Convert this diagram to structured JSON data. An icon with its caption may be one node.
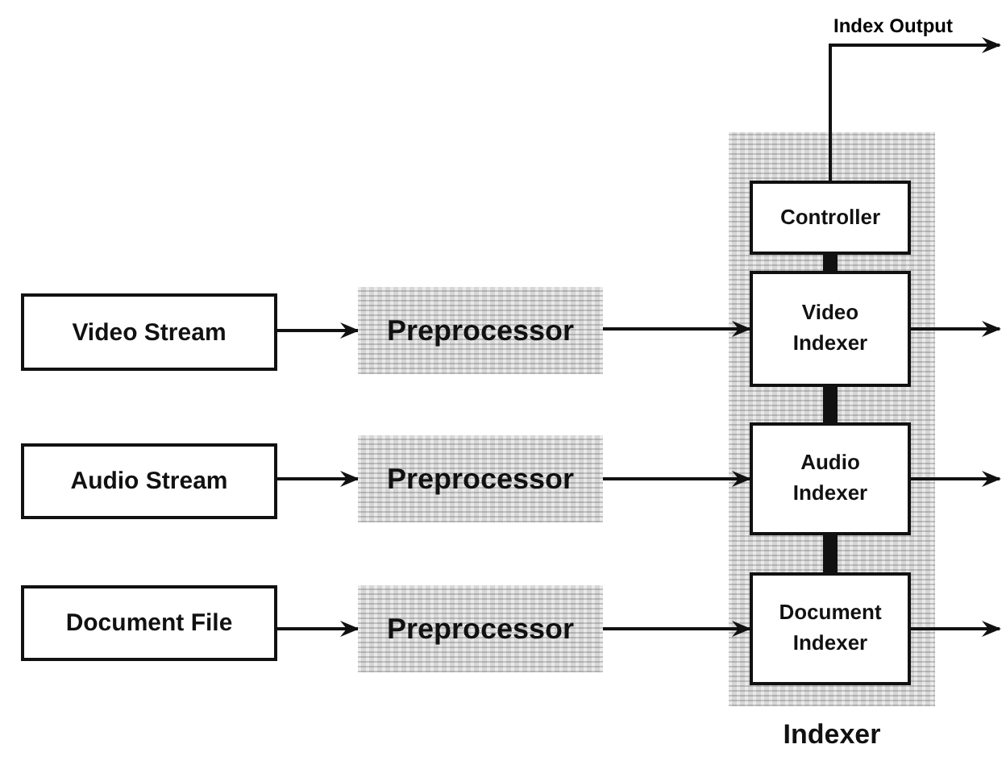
{
  "diagram": {
    "nodes": [
      {
        "text": [
          "Video Stream"
        ]
      },
      {
        "text": [
          "Preprocessor"
        ]
      },
      {
        "text": [
          "Audio Stream"
        ]
      },
      {
        "text": [
          "Preprocessor"
        ]
      },
      {
        "text": [
          "Document File"
        ]
      },
      {
        "text": [
          "Preprocessor"
        ]
      },
      {
        "text": [
          "Indexer"
        ]
      },
      {
        "text": [
          "Controller"
        ],
        "in": 6
      },
      {
        "text": [
          "Video Indexer"
        ],
        "in": 6
      },
      {
        "text": [
          "Audio Indexer"
        ],
        "in": 6
      },
      {
        "text": [
          "Document Indexer"
        ],
        "in": 6
      }
    ],
    "edges": [
      {
        "from": 0,
        "to": 1,
        "arrow": "to"
      },
      {
        "from": 1,
        "to": 8,
        "arrow": "to"
      },
      {
        "from": 2,
        "to": 3,
        "arrow": "to"
      },
      {
        "from": 3,
        "to": 9,
        "arrow": "to"
      },
      {
        "from": 4,
        "to": 5,
        "arrow": "to"
      },
      {
        "from": 5,
        "to": 10,
        "arrow": "to"
      },
      {
        "from": 7,
        "to": null,
        "arrow": "to",
        "label": "Index Output"
      },
      {
        "from": 8,
        "to": null,
        "arrow": "to"
      },
      {
        "from": 9,
        "to": null,
        "arrow": "to"
      },
      {
        "from": 10,
        "to": null,
        "arrow": "to"
      },
      {
        "from": 7,
        "to": 8,
        "arrow": "none",
        "style": "thick"
      },
      {
        "from": 8,
        "to": 9,
        "arrow": "none",
        "style": "thick"
      },
      {
        "from": 9,
        "to": 10,
        "arrow": "none",
        "style": "thick"
      }
    ]
  }
}
